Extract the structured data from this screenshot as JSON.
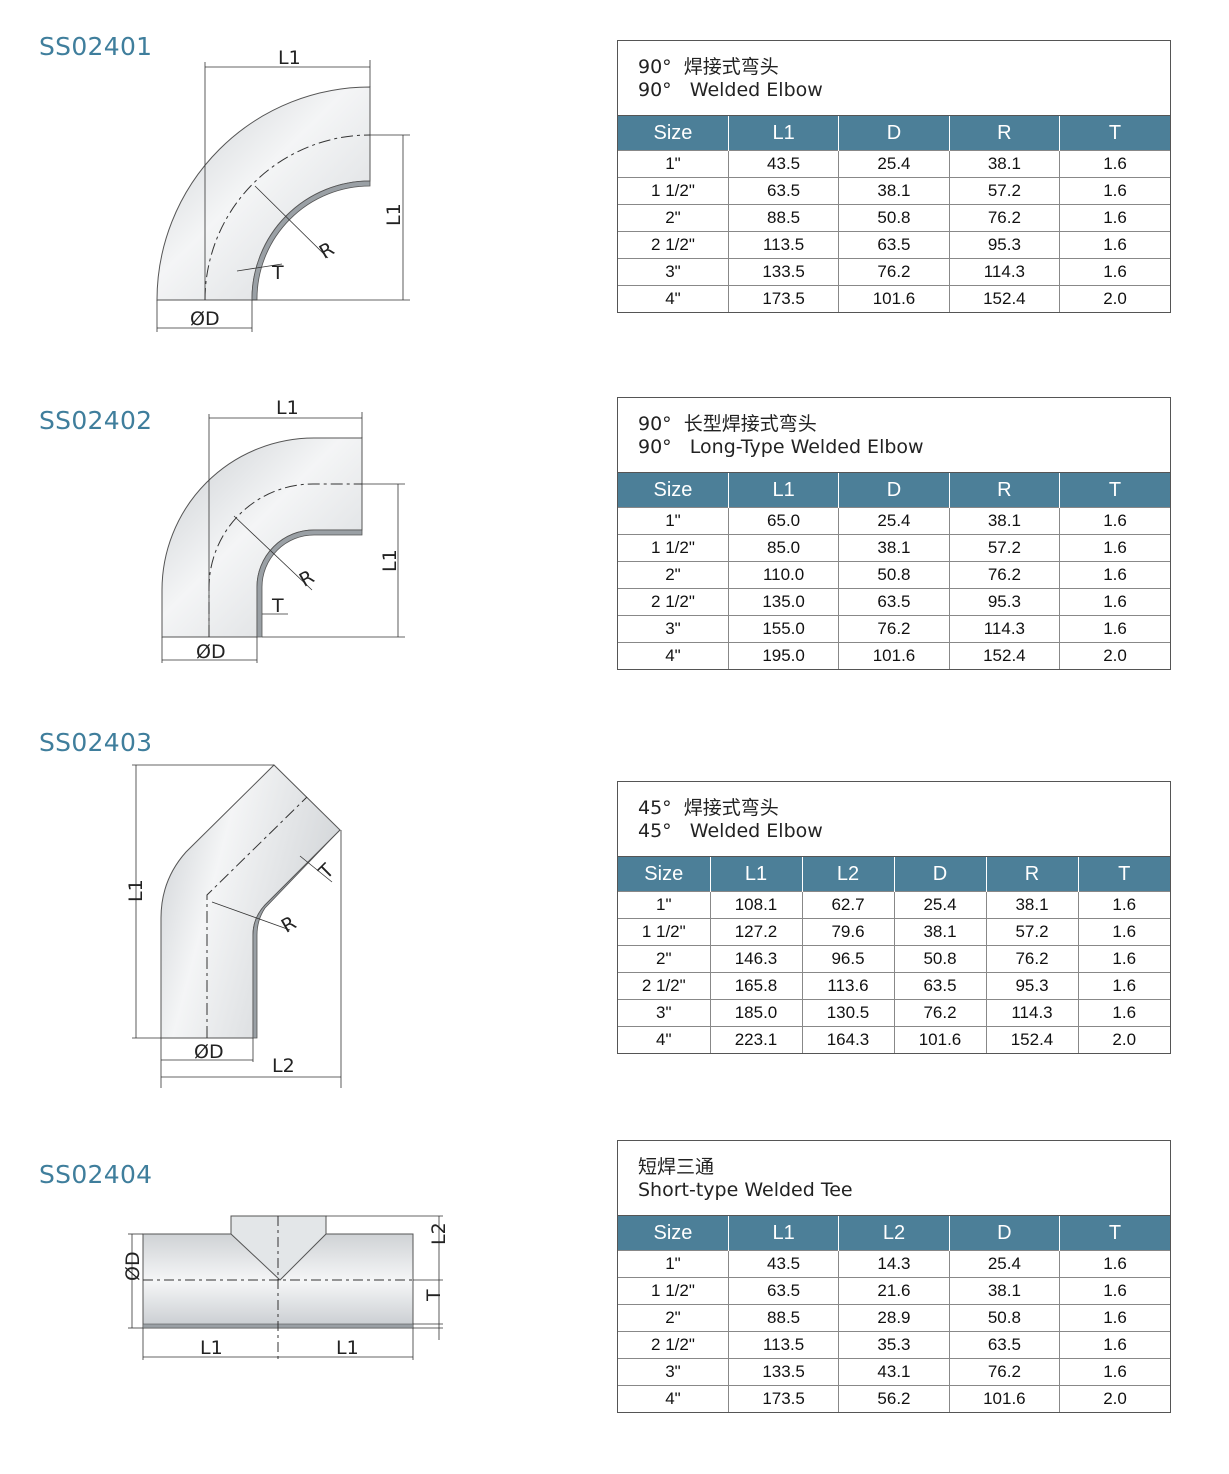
{
  "items": [
    {
      "code": "SS02401",
      "title_cn": "90°  焊接式弯头",
      "title_en": "90°   Welded Elbow",
      "headers": [
        "Size",
        "L1",
        "D",
        "R",
        "T"
      ],
      "rows": [
        [
          "1\"",
          "43.5",
          "25.4",
          "38.1",
          "1.6"
        ],
        [
          "1 1/2\"",
          "63.5",
          "38.1",
          "57.2",
          "1.6"
        ],
        [
          "2\"",
          "88.5",
          "50.8",
          "76.2",
          "1.6"
        ],
        [
          "2 1/2\"",
          "113.5",
          "63.5",
          "95.3",
          "1.6"
        ],
        [
          "3\"",
          "133.5",
          "76.2",
          "114.3",
          "1.6"
        ],
        [
          "4\"",
          "173.5",
          "101.6",
          "152.4",
          "2.0"
        ]
      ],
      "labels": {
        "L1": "L1",
        "R": "R",
        "T": "T",
        "D": "ØD"
      }
    },
    {
      "code": "SS02402",
      "title_cn": "90°  长型焊接式弯头",
      "title_en": "90°   Long-Type Welded Elbow",
      "headers": [
        "Size",
        "L1",
        "D",
        "R",
        "T"
      ],
      "rows": [
        [
          "1\"",
          "65.0",
          "25.4",
          "38.1",
          "1.6"
        ],
        [
          "1 1/2\"",
          "85.0",
          "38.1",
          "57.2",
          "1.6"
        ],
        [
          "2\"",
          "110.0",
          "50.8",
          "76.2",
          "1.6"
        ],
        [
          "2 1/2\"",
          "135.0",
          "63.5",
          "95.3",
          "1.6"
        ],
        [
          "3\"",
          "155.0",
          "76.2",
          "114.3",
          "1.6"
        ],
        [
          "4\"",
          "195.0",
          "101.6",
          "152.4",
          "2.0"
        ]
      ],
      "labels": {
        "L1": "L1",
        "R": "R",
        "T": "T",
        "D": "ØD"
      }
    },
    {
      "code": "SS02403",
      "title_cn": "45°  焊接式弯头",
      "title_en": "45°   Welded Elbow",
      "headers": [
        "Size",
        "L1",
        "L2",
        "D",
        "R",
        "T"
      ],
      "rows": [
        [
          "1\"",
          "108.1",
          "62.7",
          "25.4",
          "38.1",
          "1.6"
        ],
        [
          "1 1/2\"",
          "127.2",
          "79.6",
          "38.1",
          "57.2",
          "1.6"
        ],
        [
          "2\"",
          "146.3",
          "96.5",
          "50.8",
          "76.2",
          "1.6"
        ],
        [
          "2 1/2\"",
          "165.8",
          "113.6",
          "63.5",
          "95.3",
          "1.6"
        ],
        [
          "3\"",
          "185.0",
          "130.5",
          "76.2",
          "114.3",
          "1.6"
        ],
        [
          "4\"",
          "223.1",
          "164.3",
          "101.6",
          "152.4",
          "2.0"
        ]
      ],
      "labels": {
        "L1": "L1",
        "L2": "L2",
        "R": "R",
        "T": "T",
        "D": "ØD"
      }
    },
    {
      "code": "SS02404",
      "title_cn": "短焊三通",
      "title_en": "Short-type Welded Tee",
      "headers": [
        "Size",
        "L1",
        "L2",
        "D",
        "T"
      ],
      "rows": [
        [
          "1\"",
          "43.5",
          "14.3",
          "25.4",
          "1.6"
        ],
        [
          "1 1/2\"",
          "63.5",
          "21.6",
          "38.1",
          "1.6"
        ],
        [
          "2\"",
          "88.5",
          "28.9",
          "50.8",
          "1.6"
        ],
        [
          "2 1/2\"",
          "113.5",
          "35.3",
          "63.5",
          "1.6"
        ],
        [
          "3\"",
          "133.5",
          "43.1",
          "76.2",
          "1.6"
        ],
        [
          "4\"",
          "173.5",
          "56.2",
          "101.6",
          "2.0"
        ]
      ],
      "labels": {
        "L1": "L1",
        "L2": "L2",
        "T": "T",
        "D": "ØD"
      }
    }
  ],
  "colors": {
    "code_text": "#3f7e9c",
    "header_fill": "#4c7f98"
  }
}
